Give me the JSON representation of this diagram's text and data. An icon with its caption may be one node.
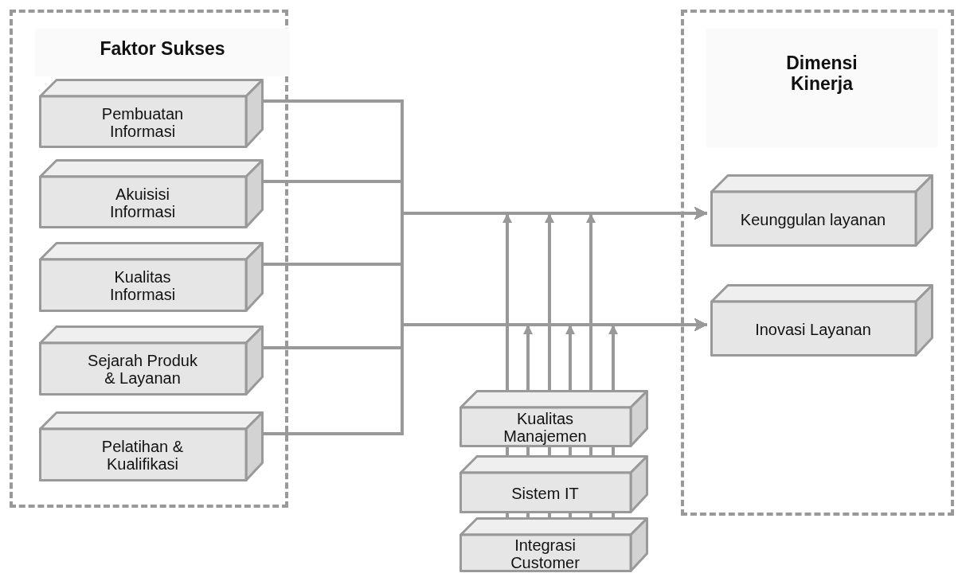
{
  "diagram": {
    "nodes": [
      {
        "text": [
          "Faktor Sukses"
        ]
      },
      {
        "text": [
          "Pembuatan Informasi"
        ],
        "in": 0
      },
      {
        "text": [
          "Akuisisi Informasi"
        ],
        "in": 0
      },
      {
        "text": [
          "Kualitas Informasi"
        ],
        "in": 0
      },
      {
        "text": [
          "Sejarah Produk & Layanan"
        ],
        "in": 0
      },
      {
        "text": [
          "Pelatihan & Kualifikasi"
        ],
        "in": 0
      },
      {
        "text": [
          "Dimensi Kinerja"
        ]
      },
      {
        "text": [
          "Keunggulan layanan"
        ],
        "in": 6
      },
      {
        "text": [
          "Inovasi Layanan"
        ],
        "in": 6
      },
      {
        "text": [
          "Kualitas Manajemen"
        ]
      },
      {
        "text": [
          "Sistem IT"
        ]
      },
      {
        "text": [
          "Integrasi Customer"
        ]
      }
    ],
    "edges": [
      {
        "from": 1,
        "to": 7,
        "arrow": "to"
      },
      {
        "from": 1,
        "to": 8,
        "arrow": "to"
      },
      {
        "from": 2,
        "to": 7,
        "arrow": "to"
      },
      {
        "from": 2,
        "to": 8,
        "arrow": "to"
      },
      {
        "from": 3,
        "to": 7,
        "arrow": "to"
      },
      {
        "from": 3,
        "to": 8,
        "arrow": "to"
      },
      {
        "from": 4,
        "to": 7,
        "arrow": "to"
      },
      {
        "from": 4,
        "to": 8,
        "arrow": "to"
      },
      {
        "from": 5,
        "to": 7,
        "arrow": "to"
      },
      {
        "from": 5,
        "to": 8,
        "arrow": "to"
      },
      {
        "from": 9,
        "to": 7,
        "arrow": "to"
      },
      {
        "from": 9,
        "to": 8,
        "arrow": "to"
      },
      {
        "from": 9,
        "to": 7,
        "arrow": "to"
      },
      {
        "from": 9,
        "to": 8,
        "arrow": "to"
      },
      {
        "from": 9,
        "to": 7,
        "arrow": "to"
      },
      {
        "from": 9,
        "to": 8,
        "arrow": "to"
      },
      {
        "from": 10,
        "to": 9,
        "arrow": "none"
      },
      {
        "from": 11,
        "to": 10,
        "arrow": "none"
      }
    ]
  }
}
